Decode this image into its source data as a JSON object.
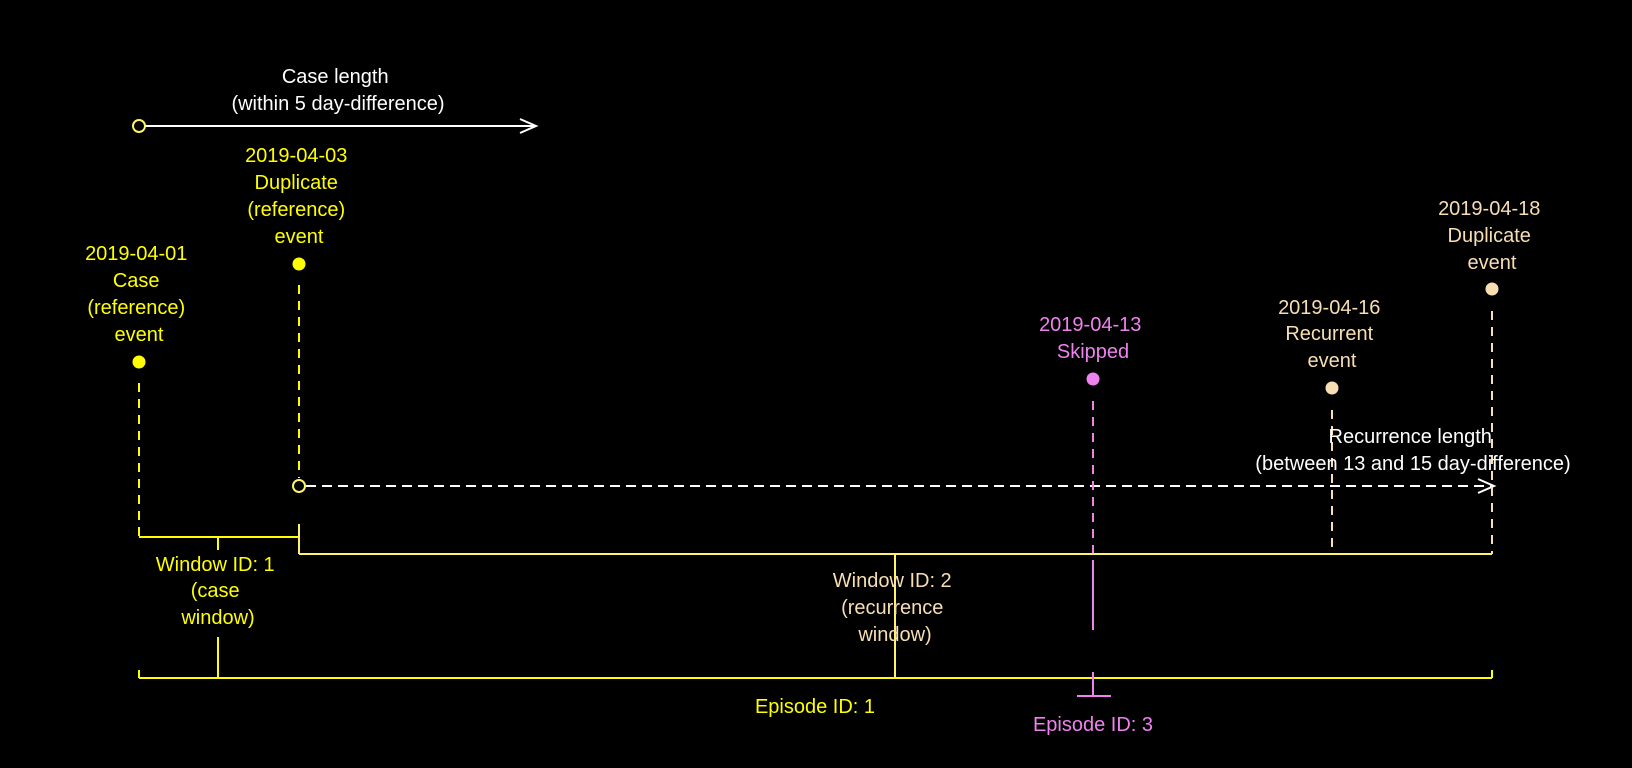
{
  "colors": {
    "background": "#000000",
    "yellow": "#ffff00",
    "light_yellow": "#fff36a",
    "peach": "#f8deb3",
    "violet": "#ee82ee",
    "white": "#ffffff"
  },
  "case_length": {
    "lines": [
      "Case length",
      "(within 5 day-difference)"
    ]
  },
  "recurrence_length": {
    "lines": [
      "Recurrence length",
      "(between 13 and 15 day-difference)"
    ]
  },
  "events": [
    {
      "id": "case",
      "lines": [
        "2019-04-01",
        "Case",
        "(reference)",
        "event"
      ]
    },
    {
      "id": "duplicate-ref",
      "lines": [
        "2019-04-03",
        "Duplicate",
        "(reference)",
        "event"
      ]
    },
    {
      "id": "skipped",
      "lines": [
        "2019-04-13",
        "Skipped"
      ]
    },
    {
      "id": "recurrent",
      "lines": [
        "2019-04-16",
        "Recurrent",
        "event"
      ]
    },
    {
      "id": "duplicate",
      "lines": [
        "2019-04-18",
        "Duplicate",
        "event"
      ]
    }
  ],
  "windows": [
    {
      "id": "window-1",
      "lines": [
        "Window ID: 1",
        "(case",
        "window)"
      ]
    },
    {
      "id": "window-2",
      "lines": [
        "Window ID: 2",
        "(recurrence",
        "window)"
      ]
    }
  ],
  "episodes": [
    {
      "id": "episode-1",
      "label": "Episode ID: 1"
    },
    {
      "id": "episode-3",
      "label": "Episode ID: 3"
    }
  ]
}
